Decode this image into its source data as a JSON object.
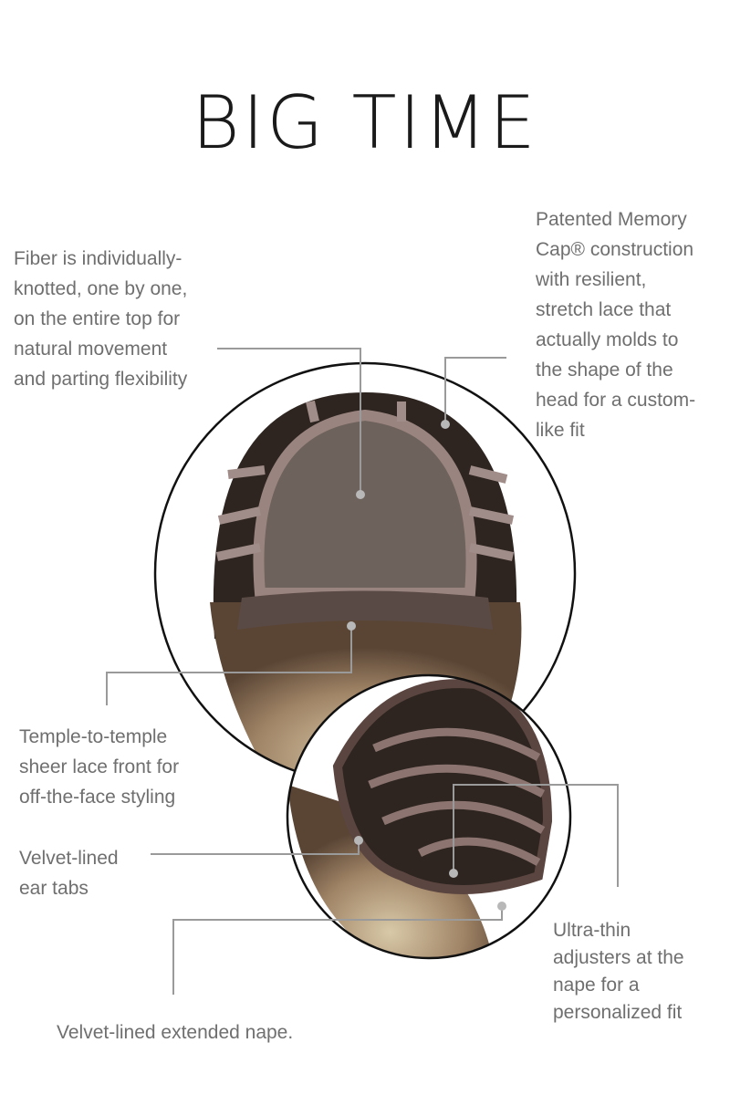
{
  "title": "BIG TIME",
  "callouts": {
    "fiber": "Fiber is individually-\nknotted, one by one,\non the entire top for\nnatural movement\nand parting flexibility",
    "memory_cap": "Patented Memory\nCap® construction\nwith resilient,\nstretch lace that\nactually molds to\nthe shape of the\nhead for a custom-\nlike fit",
    "temple": "Temple-to-temple\nsheer lace front for\noff-the-face styling",
    "ear_tabs": "Velvet-lined\near tabs",
    "adjusters": "Ultra-thin\nadjusters at the\nnape for a\npersonalized fit",
    "nape": "Velvet-lined extended nape."
  },
  "colors": {
    "line": "#9a9a9a",
    "text": "#6f6f6f",
    "title": "#1a1a1a"
  }
}
